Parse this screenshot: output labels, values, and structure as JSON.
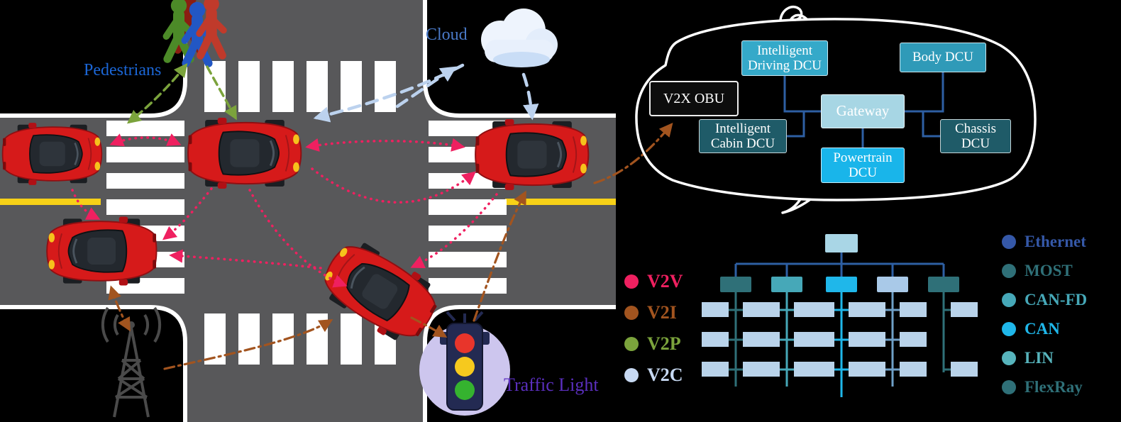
{
  "scene": {
    "labels": {
      "pedestrians": "Pedestrians",
      "cloud": "Cloud",
      "traffic_light": "Traffic Light"
    },
    "label_colors": {
      "pedestrians": "#1b66d6",
      "cloud": "#4a7ac8",
      "traffic_light": "#5b2fbf"
    },
    "colors": {
      "road": "#58585a",
      "lane_line": "#f7d117",
      "car_body": "#d61a1a"
    }
  },
  "vehicle_architecture": {
    "obu": {
      "label": "V2X OBU",
      "color": "#0d0d0d"
    },
    "boxes": [
      {
        "id": "intelligent-driving-dcu",
        "label": "Intelligent Driving DCU",
        "color": "#35a9c9"
      },
      {
        "id": "body-dcu",
        "label": "Body DCU",
        "color": "#2f9ab8"
      },
      {
        "id": "gateway",
        "label": "Gateway",
        "color": "#a7d6e4"
      },
      {
        "id": "intelligent-cabin-dcu",
        "label": "Intelligent Cabin DCU",
        "color": "#1f5b68"
      },
      {
        "id": "chassis-dcu",
        "label": "Chassis DCU",
        "color": "#1f5b68"
      },
      {
        "id": "powertrain-dcu",
        "label": "Powertrain DCU",
        "color": "#19b5ea"
      }
    ],
    "connector_color": "#2e5fa3"
  },
  "comm_legend": [
    {
      "label": "V2V",
      "color": "#ef2060"
    },
    {
      "label": "V2I",
      "color": "#a2541f"
    },
    {
      "label": "V2P",
      "color": "#7ba33c"
    },
    {
      "label": "V2C",
      "color": "#c7d9f2"
    }
  ],
  "bus_legend": [
    {
      "label": "Ethernet",
      "color": "#3558a8"
    },
    {
      "label": "MOST",
      "color": "#2f7078"
    },
    {
      "label": "CAN-FD",
      "color": "#46a8b8"
    },
    {
      "label": "CAN",
      "color": "#1fb7ea"
    },
    {
      "label": "LIN",
      "color": "#57b4bc"
    },
    {
      "label": "FlexRay",
      "color": "#2f7078"
    }
  ],
  "topology": {
    "root_color": "#a9d6e6",
    "backbone_color": "#2e5fa3",
    "branch_colors": [
      "#2f7078",
      "#46a8b8",
      "#1fb7ea",
      "#a9c9e8",
      "#2f7078"
    ],
    "leaf_color": "#b9d3ea",
    "branches": 5,
    "rows_per_branch": 3
  }
}
